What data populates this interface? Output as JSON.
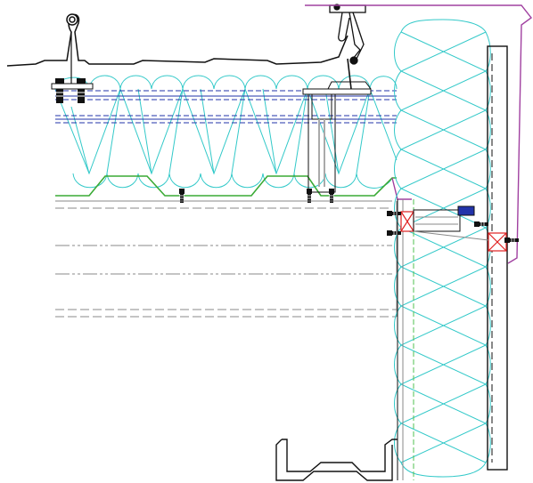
{
  "drawing": {
    "type": "CAD construction detail (roof-to-wall junction section)",
    "colors": {
      "background": "#ffffff",
      "outline": "#111111",
      "insulation": "#33c9c9",
      "deck_profile": "#3aaa35",
      "membrane": "#a040a0",
      "fixing_rail": "#2233aa",
      "hidden_lines": "#888888",
      "bracket_cross": "#e02020",
      "dashed_guide": "#50c050"
    },
    "components": [
      {
        "name": "standing-seam-roof-sheet"
      },
      {
        "name": "roof-insulation"
      },
      {
        "name": "trapezoidal-steel-deck"
      },
      {
        "name": "wall-insulation"
      },
      {
        "name": "facade-cladding-panel"
      },
      {
        "name": "parapet-flashing"
      },
      {
        "name": "fixing-brackets"
      },
      {
        "name": "purlin-section"
      }
    ]
  }
}
